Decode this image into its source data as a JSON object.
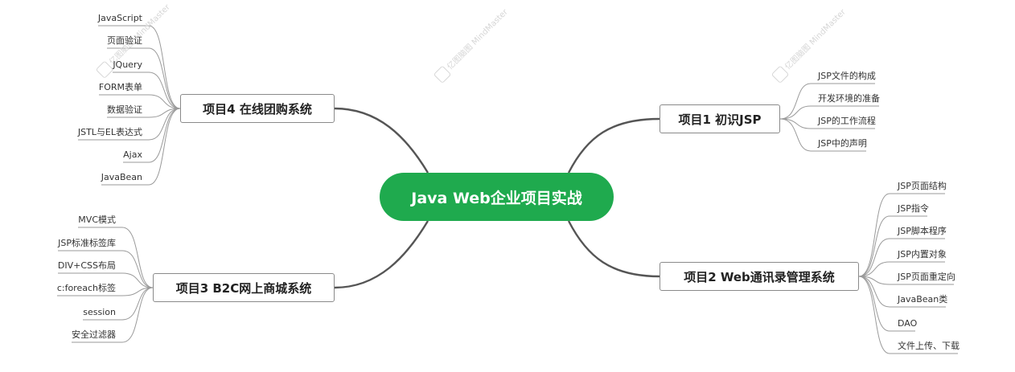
{
  "central": {
    "label": "Java Web企业项目实战",
    "color": "#1faa4e"
  },
  "topics": [
    {
      "id": "t1",
      "label": "项目1 初识JSP",
      "side": "right",
      "children": [
        "JSP文件的构成",
        "开发环境的准备",
        "JSP的工作流程",
        "JSP中的声明"
      ]
    },
    {
      "id": "t2",
      "label": "项目2 Web通讯录管理系统",
      "side": "right",
      "children": [
        "JSP页面结构",
        "JSP指令",
        "JSP脚本程序",
        "JSP内置对象",
        "JSP页面重定向",
        "JavaBean类",
        "DAO",
        "文件上传、下载"
      ]
    },
    {
      "id": "t3",
      "label": "项目3 B2C网上商城系统",
      "side": "left",
      "children": [
        "MVC模式",
        "JSP标准标签库",
        "DIV+CSS布局",
        "c:foreach标签",
        "session",
        "安全过滤器"
      ]
    },
    {
      "id": "t4",
      "label": "项目4 在线团购系统",
      "side": "left",
      "children": [
        "JavaScript",
        "页面验证",
        "JQuery",
        "FORM表单",
        "数据验证",
        "JSTL与EL表达式",
        "Ajax",
        "JavaBean"
      ]
    }
  ],
  "watermark": {
    "brand": "亿图脑图",
    "product": "MindMaster"
  },
  "colors": {
    "line": "#555555",
    "leaf_line": "#9a9a9a"
  }
}
